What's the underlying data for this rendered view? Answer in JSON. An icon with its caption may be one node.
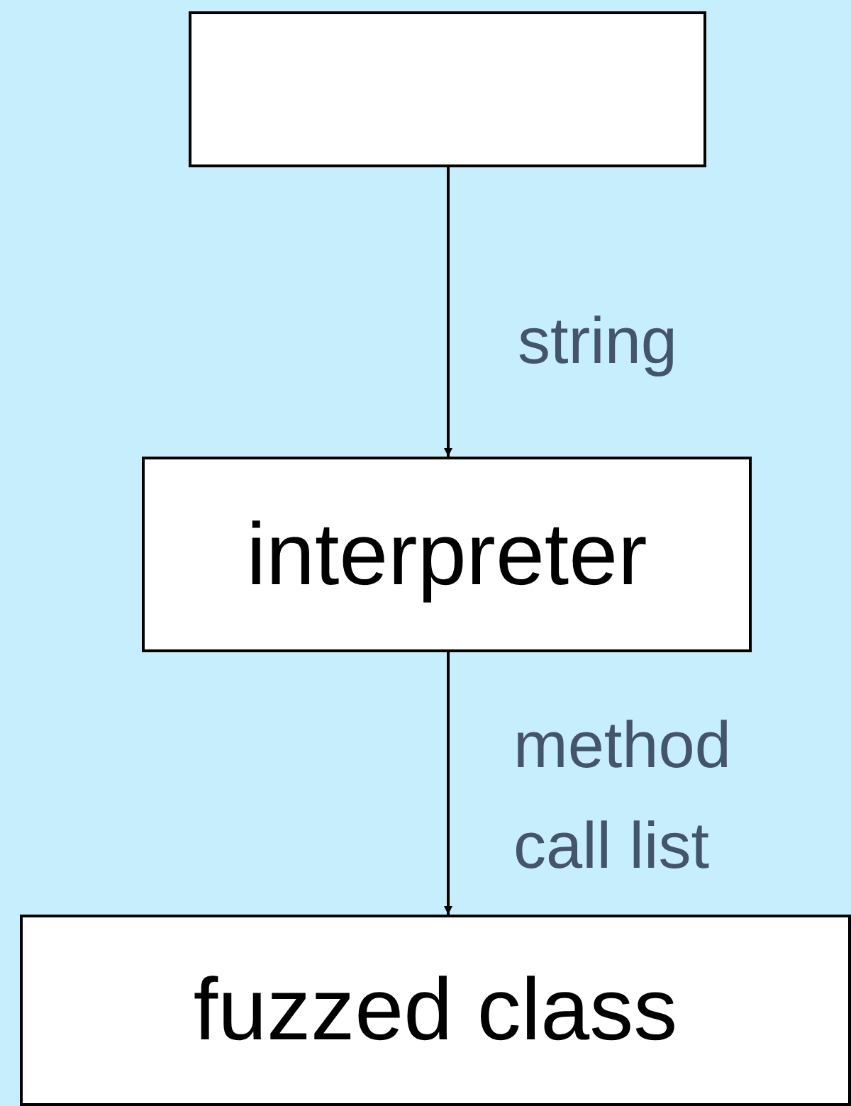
{
  "diagram": {
    "nodes": [
      {
        "text": [],
        "shape": "box"
      },
      {
        "text": [
          "interpreter"
        ]
      },
      {
        "text": [
          "fuzzed class"
        ]
      }
    ],
    "edges": [
      {
        "from": 0,
        "to": 1,
        "arrow": "to",
        "label": "string"
      },
      {
        "from": 1,
        "to": 2,
        "arrow": "to",
        "label": "method call list"
      }
    ]
  }
}
